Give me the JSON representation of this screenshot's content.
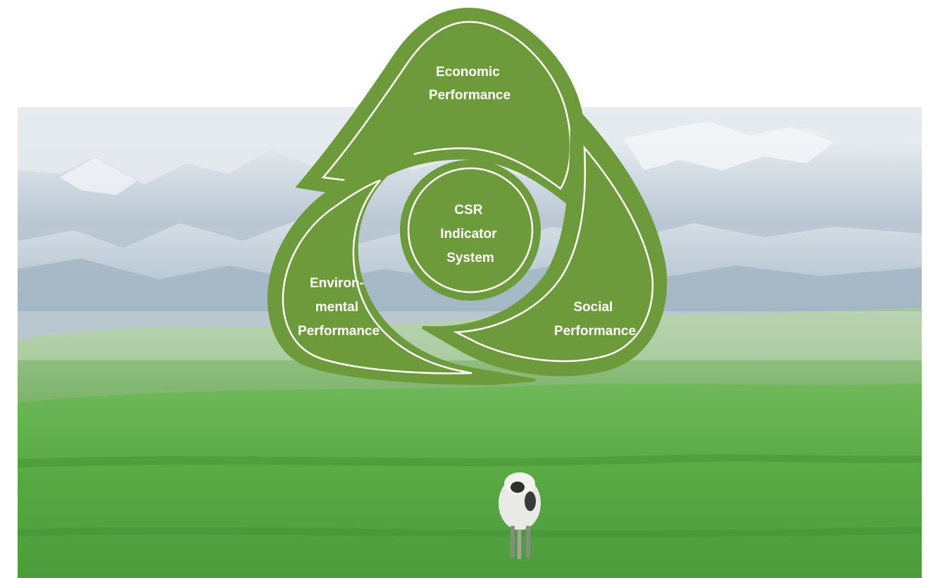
{
  "diagram": {
    "center": {
      "lines": [
        "CSR",
        "Indicator",
        "System"
      ]
    },
    "petals": [
      {
        "id": "economic",
        "lines": [
          "Economic",
          "Performance"
        ]
      },
      {
        "id": "environmental",
        "lines": [
          "Environ-",
          "mental",
          "Performance"
        ]
      },
      {
        "id": "social",
        "lines": [
          "Social",
          "Performance"
        ]
      }
    ]
  },
  "colors": {
    "petal_fill": "#6d9a3a",
    "petal_border": "#6d9a3a",
    "petal_inner_line": "#ffffff",
    "grass": "#5fae4a",
    "sky": "#dfe6ec",
    "mountain": "#b8c6d3"
  },
  "background": {
    "subject": "cow",
    "scene": "mountain-pasture"
  }
}
